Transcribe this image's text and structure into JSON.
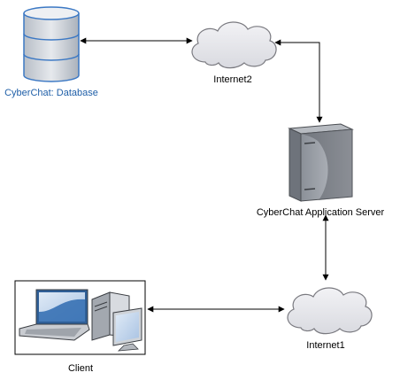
{
  "diagram": {
    "nodes": {
      "database": {
        "label": "CyberChat: Database",
        "label_color": "#1f5fa8",
        "icon": "database-icon"
      },
      "internet2": {
        "label": "Internet2",
        "label_color": "#000000",
        "icon": "cloud-icon"
      },
      "server": {
        "label": "CyberChat Application Server",
        "label_color": "#000000",
        "icon": "server-icon"
      },
      "internet1": {
        "label": "Internet1",
        "label_color": "#000000",
        "icon": "cloud-icon"
      },
      "client": {
        "label": "Client",
        "label_color": "#000000",
        "icon": "laptop-desktop-icon"
      }
    },
    "edges": [
      {
        "from": "database",
        "to": "internet2",
        "style": "bidirectional-arrow"
      },
      {
        "from": "internet2",
        "to": "server",
        "style": "bidirectional-arrow"
      },
      {
        "from": "server",
        "to": "internet1",
        "style": "bidirectional-arrow"
      },
      {
        "from": "client",
        "to": "internet1",
        "style": "bidirectional-arrow"
      }
    ],
    "colors": {
      "database_fill": "#cfd4db",
      "database_stroke": "#3b78c4",
      "cloud_fill": "#e8e8ec",
      "cloud_stroke": "#7a7a80",
      "server_dark": "#5c6068",
      "server_light": "#9ba0a8",
      "arrow": "#000000"
    }
  }
}
